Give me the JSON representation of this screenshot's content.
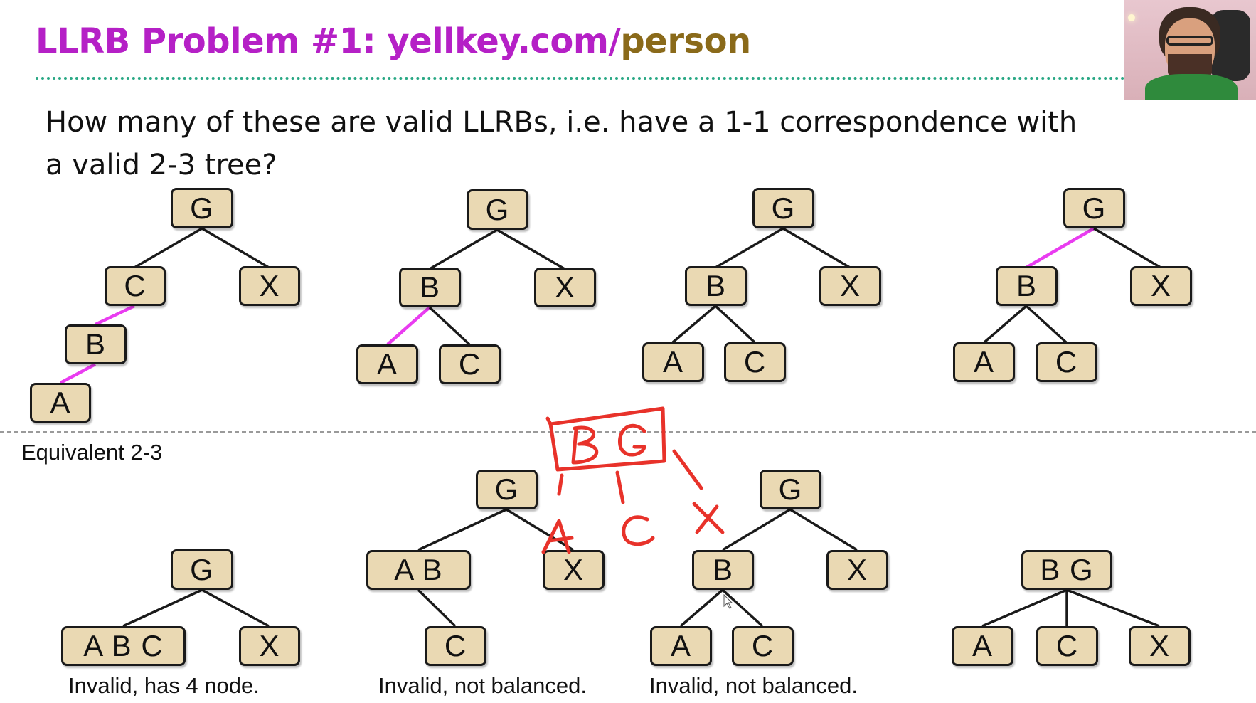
{
  "slide": {
    "title_part1": "LLRB Problem #1: yellkey.com/",
    "title_part2": "person",
    "question_line1": "How many of these are valid LLRBs, i.e. have a 1-1 correspondence with",
    "question_line2": "a valid 2-3 tree?",
    "equivalent_label": "Equivalent 2-3",
    "colors": {
      "title_purple": "#b520c6",
      "title_gold": "#8a6a1a",
      "red_link": "#e93cf0",
      "node_fill": "#ead9b3",
      "ink": "#e8322a",
      "dotted_rule": "#2aa885"
    }
  },
  "llrb_trees": [
    {
      "nodes": [
        "G",
        "C",
        "X",
        "B",
        "A"
      ],
      "red_links": [
        "C-B",
        "B-A"
      ]
    },
    {
      "nodes": [
        "G",
        "B",
        "X",
        "A",
        "C"
      ],
      "red_links": [
        "B-A"
      ]
    },
    {
      "nodes": [
        "G",
        "B",
        "X",
        "A",
        "C"
      ],
      "red_links": []
    },
    {
      "nodes": [
        "G",
        "B",
        "X",
        "A",
        "C"
      ],
      "red_links": [
        "G-B"
      ]
    }
  ],
  "tree_23": [
    {
      "nodes": [
        "G",
        "A B C",
        "X"
      ],
      "caption": "Invalid, has 4 node."
    },
    {
      "nodes": [
        "G",
        "A B",
        "X",
        "C"
      ],
      "caption": "Invalid, not balanced."
    },
    {
      "nodes": [
        "G",
        "B",
        "X",
        "A",
        "C"
      ],
      "caption": "Invalid, not balanced."
    },
    {
      "nodes": [
        "B G",
        "A",
        "C",
        "X"
      ],
      "caption": ""
    }
  ],
  "annotation": {
    "handwritten": [
      "B G",
      "A",
      "C",
      "X"
    ]
  },
  "webcam": {
    "content": "presenter video"
  }
}
